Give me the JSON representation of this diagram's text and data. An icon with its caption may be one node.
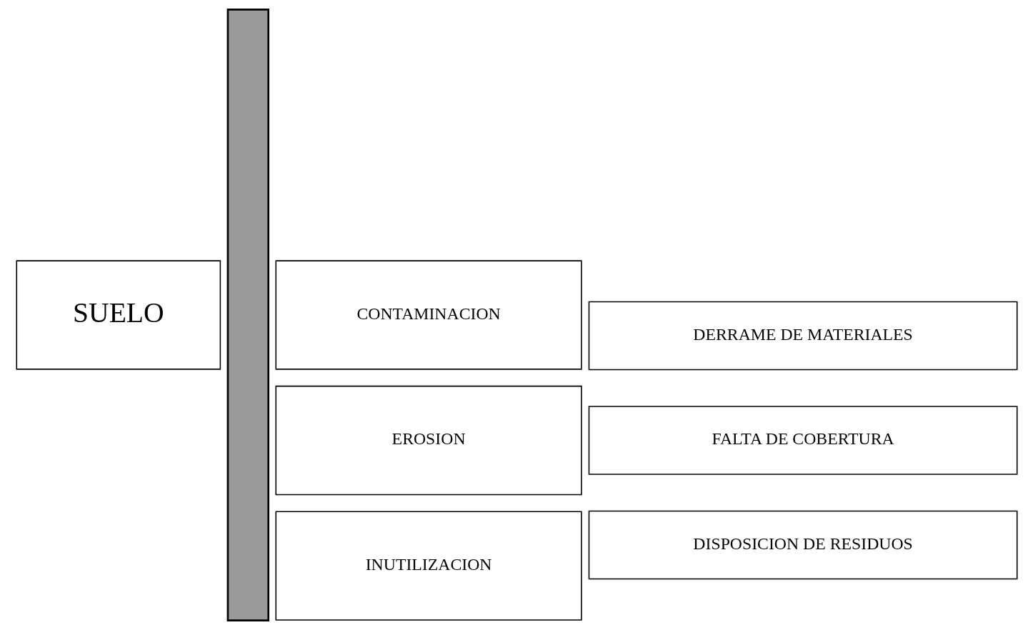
{
  "diagram": {
    "nodes": [
      {
        "text": [
          "SUELO"
        ]
      },
      {
        "text": [],
        "shape": "bar"
      },
      {
        "text": [
          "CONTAMINACION"
        ]
      },
      {
        "text": [
          "DERRAME DE MATERIALES"
        ]
      },
      {
        "text": [
          "EROSION"
        ]
      },
      {
        "text": [
          "FALTA DE COBERTURA"
        ]
      },
      {
        "text": [
          "INUTILIZACION"
        ]
      },
      {
        "text": [
          "DISPOSICION DE RESIDUOS"
        ]
      }
    ],
    "edges": []
  }
}
